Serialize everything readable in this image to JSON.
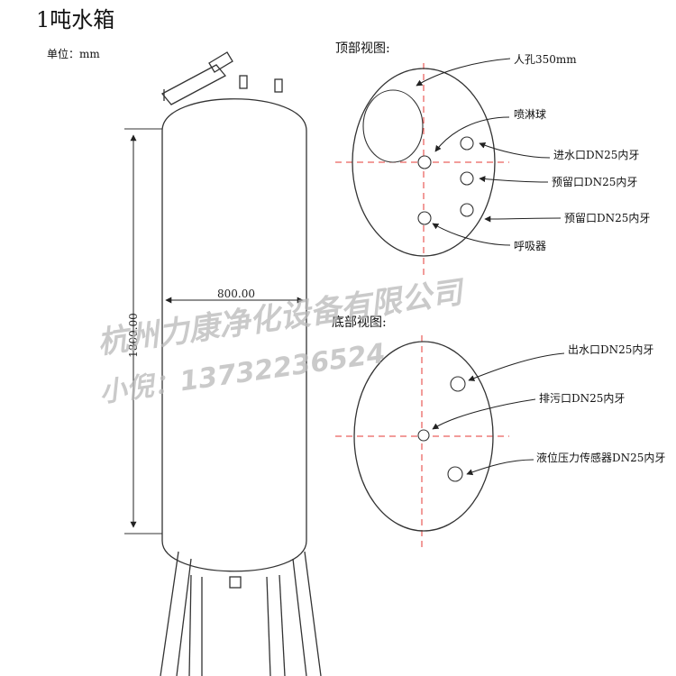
{
  "title": "1吨水箱",
  "unit": "单位：mm",
  "top_view": {
    "heading": "顶部视图:",
    "labels": {
      "manhole": "人孔350mm",
      "spray_ball": "喷淋球",
      "inlet": "进水口DN25内牙",
      "reserved1": "预留口DN25内牙",
      "reserved2": "预留口DN25内牙",
      "breather": "呼吸器"
    }
  },
  "bottom_view": {
    "heading": "底部视图:",
    "labels": {
      "outlet": "出水口DN25内牙",
      "drain": "排污口DN25内牙",
      "sensor": "液位压力传感器DN25内牙"
    }
  },
  "dimensions": {
    "diameter": "800.00",
    "height": "1800.00"
  },
  "watermark": {
    "company": "杭州力康净化设备有限公司",
    "contact": "小倪：13732236524"
  }
}
